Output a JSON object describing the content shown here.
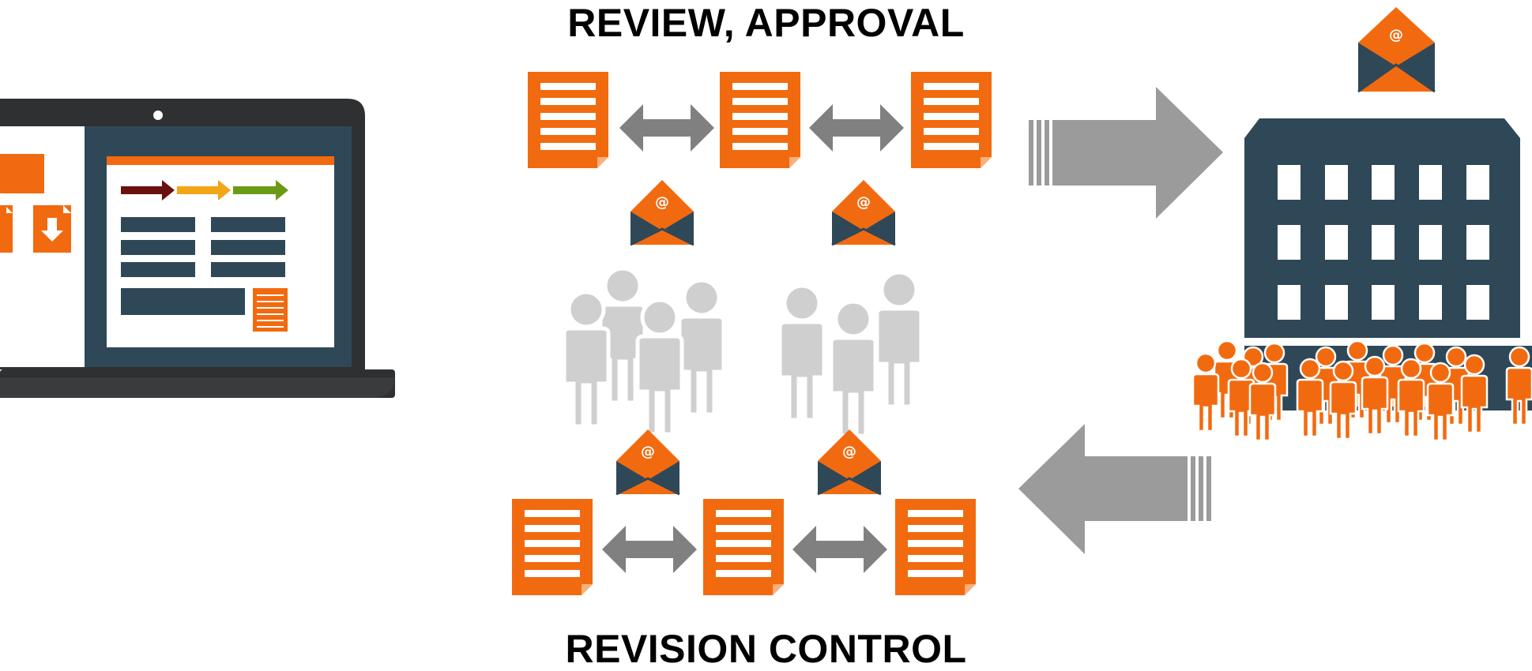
{
  "diagram": {
    "title_top": "REVIEW, APPROVAL",
    "title_bottom": "REVISION CONTROL",
    "email_glyph": "@",
    "nodes": [
      {
        "name": "laptop-workflow-screen",
        "icon": "laptop-icon"
      },
      {
        "name": "review-document-group",
        "icon": "document-icon",
        "count": 3
      },
      {
        "name": "reviewer-group",
        "icon": "people-icon",
        "count": 2
      },
      {
        "name": "revision-document-group",
        "icon": "document-icon",
        "count": 3
      },
      {
        "name": "organization-building",
        "icon": "building-icon"
      },
      {
        "name": "organization-crowd",
        "icon": "people-icon"
      }
    ],
    "flows": [
      {
        "name": "to-organization",
        "direction": "right"
      },
      {
        "name": "from-organization",
        "direction": "left"
      }
    ]
  },
  "colors": {
    "orange": "#f26a0f",
    "navy": "#2f4858",
    "arrow_gray": "#9b9b9b",
    "double_arrow_gray": "#808080",
    "people_gray": "#cfcfcf",
    "laptop_dark": "#2f3032",
    "workflow_dark_red": "#6b0f0f",
    "workflow_yellow": "#f3a516",
    "workflow_green": "#6b9a16",
    "white": "#ffffff"
  }
}
